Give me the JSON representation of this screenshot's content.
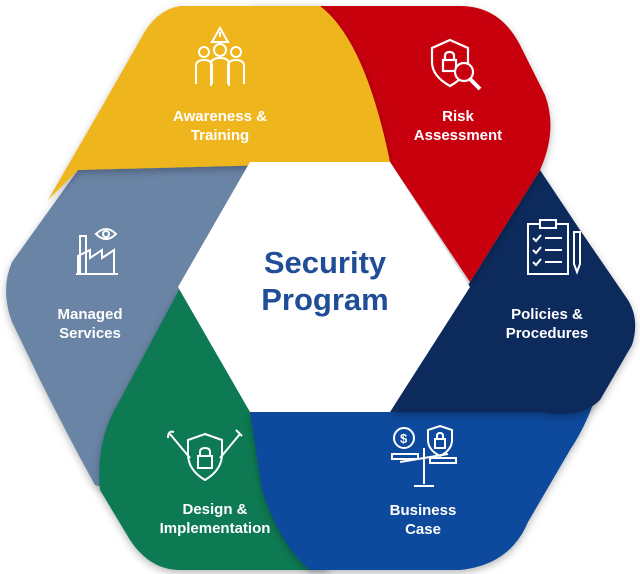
{
  "center": {
    "line1": "Security",
    "line2": "Program"
  },
  "segments": [
    {
      "id": "awareness",
      "line1": "Awareness &",
      "line2": "Training",
      "color": "#eeb51c",
      "icon": "people-warning-icon"
    },
    {
      "id": "risk",
      "line1": "Risk",
      "line2": "Assessment",
      "color": "#c8000f",
      "icon": "shield-magnifier-icon"
    },
    {
      "id": "policies",
      "line1": "Policies &",
      "line2": "Procedures",
      "color": "#0f2a5c",
      "icon": "clipboard-checklist-icon"
    },
    {
      "id": "business",
      "line1": "Business",
      "line2": "Case",
      "color": "#0a4a9c",
      "icon": "scale-money-lock-icon"
    },
    {
      "id": "design",
      "line1": "Design &",
      "line2": "Implementation",
      "color": "#0a7a52",
      "icon": "shield-lock-tools-icon"
    },
    {
      "id": "managed",
      "line1": "Managed",
      "line2": "Services",
      "color": "#6b84a6",
      "icon": "factory-eye-icon"
    }
  ]
}
